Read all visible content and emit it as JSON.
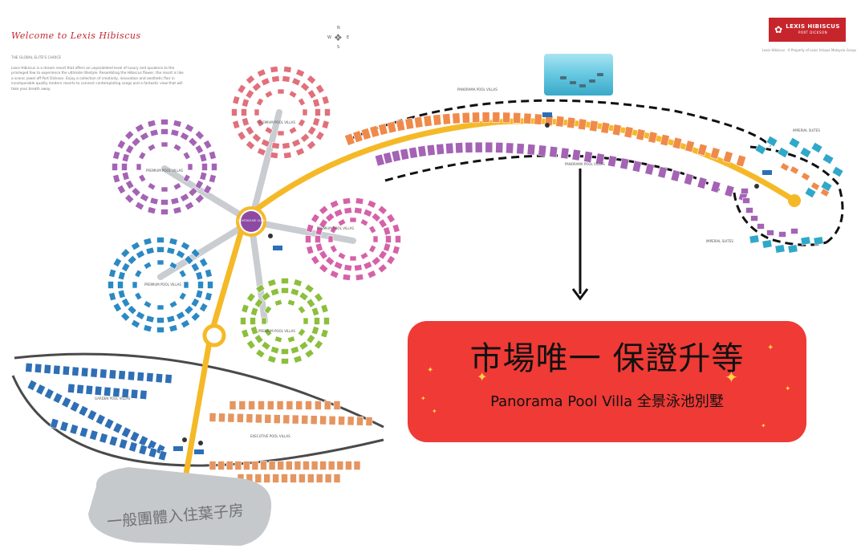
{
  "header": {
    "welcome": "Welcome to Lexis Hibiscus",
    "intro_line1": "THE GLOBAL ELITE'S CHOICE",
    "intro_paragraph": "Lexis Hibiscus is a dream resort that offers an unparalleled level of luxury and opulence to the privileged few to experience the ultimate lifestyle. Resembling the Hibiscus flower, the resort is like a scenic jewel off Port Dickson. Enjoy a collection of creativity, innovation and aesthetic flair in incomparable quality modern resorts to connect contemplating songs and a fantastic view that will take your breath away."
  },
  "logo": {
    "name": "LEXIS HIBISCUS",
    "location": "PORT DICKSON",
    "tagline": "Lexis Hibiscus · A Property of Lexis Unique Malaysia Group"
  },
  "compass": {
    "north": "N",
    "south": "S",
    "east": "E",
    "west": "W"
  },
  "zones": {
    "premium_pool_villa": "PREMIUM POOL VILLAS",
    "panorama_pool_villa": "PANORAMA POOL VILLAS",
    "imperial_suites": "IMPERIAL SUITES",
    "lighthouse_club": "LIGHTHOUSE CLUB",
    "garden_pool_villa": "GARDEN POOL VILLAS",
    "executive_pool_villa": "EXECUTIVE POOL VILLAS"
  },
  "colors": {
    "accent_red": "#ef3a35",
    "path_yellow": "#f5b928",
    "petal_pink": "#e0707b",
    "petal_purple": "#a463b5",
    "petal_magenta": "#d562a8",
    "petal_blue": "#2b89c4",
    "petal_green": "#8bbf3c",
    "panorama_orange": "#f08a4b",
    "imperial_teal": "#2fa8c9",
    "garden_blue": "#2f6fb5",
    "executive_orange": "#e59560"
  },
  "banner": {
    "headline": "市場唯一 保證升等",
    "subline": "Panorama Pool Villa 全景泳池別墅"
  },
  "bottom_label": "一般團體入住葉子房"
}
